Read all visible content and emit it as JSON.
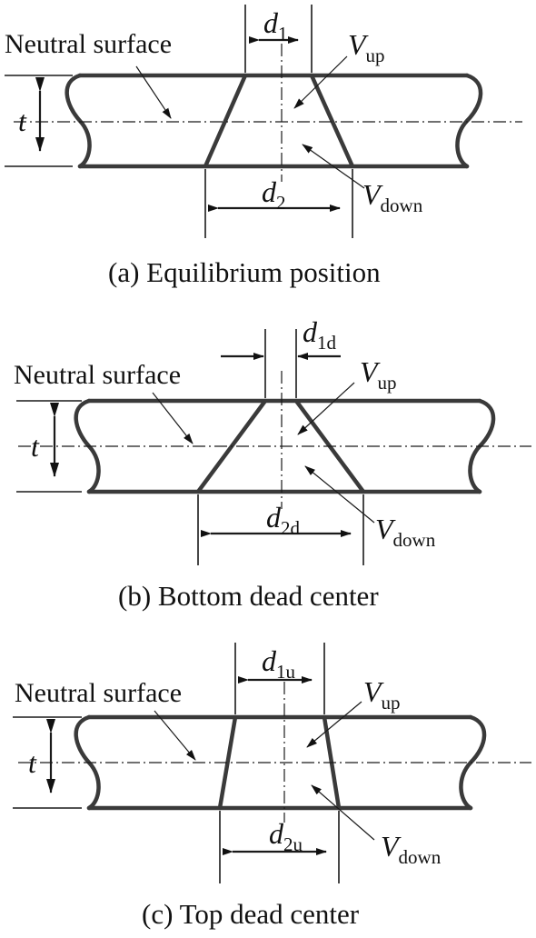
{
  "panels": [
    {
      "caption": "(a) Equilibrium position",
      "neutral_label": "Neutral surface",
      "thickness_symbol": "t",
      "top_dim": {
        "main": "d",
        "sub": "1"
      },
      "bottom_dim": {
        "main": "d",
        "sub": "2"
      },
      "v_up": {
        "main": "V",
        "sub": "up"
      },
      "v_down": {
        "main": "V",
        "sub": "down"
      }
    },
    {
      "caption": "(b) Bottom dead center",
      "neutral_label": "Neutral surface",
      "thickness_symbol": "t",
      "top_dim": {
        "main": "d",
        "sub": "1d"
      },
      "bottom_dim": {
        "main": "d",
        "sub": "2d"
      },
      "v_up": {
        "main": "V",
        "sub": "up"
      },
      "v_down": {
        "main": "V",
        "sub": "down"
      }
    },
    {
      "caption": "(c) Top dead center",
      "neutral_label": "Neutral surface",
      "thickness_symbol": "t",
      "top_dim": {
        "main": "d",
        "sub": "1u"
      },
      "bottom_dim": {
        "main": "d",
        "sub": "2u"
      },
      "v_up": {
        "main": "V",
        "sub": "up"
      },
      "v_down": {
        "main": "V",
        "sub": "down"
      }
    }
  ]
}
